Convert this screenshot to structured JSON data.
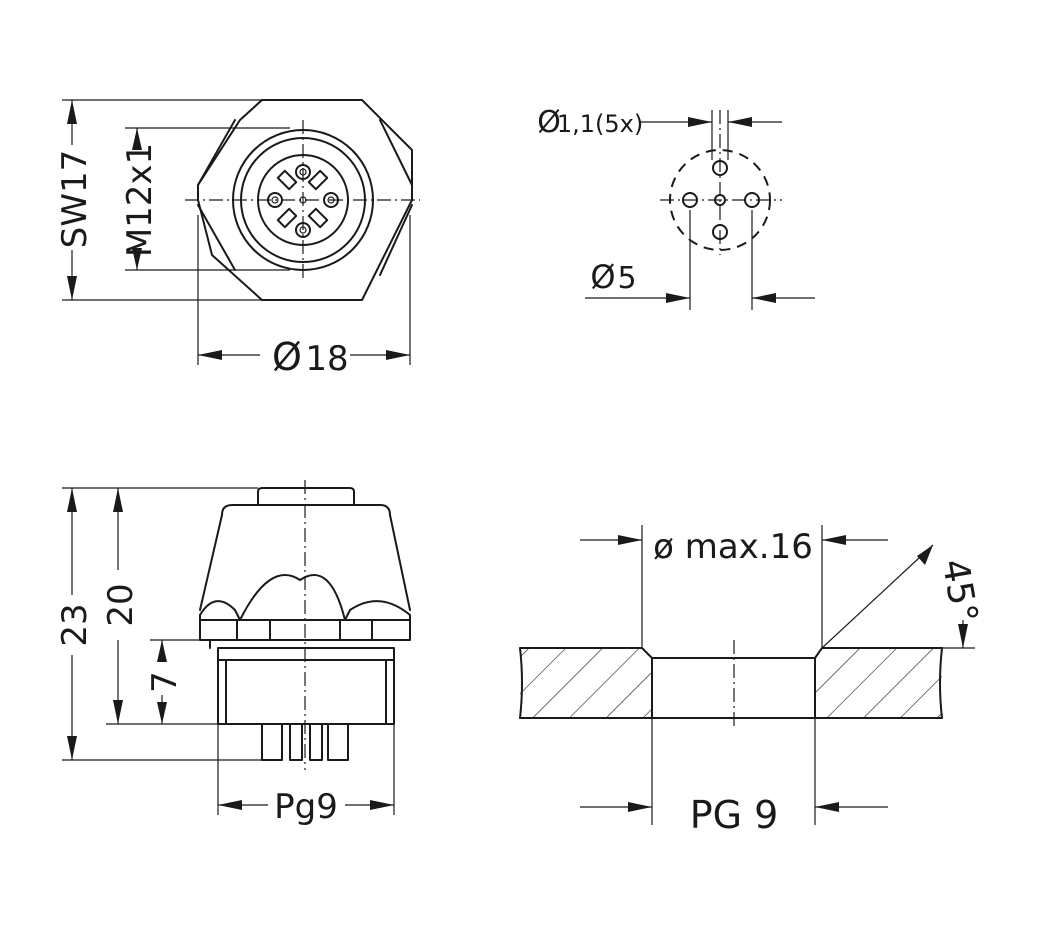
{
  "colors": {
    "line": "#1a1a1a",
    "background": "#ffffff"
  },
  "front_view": {
    "sw17": "SW17",
    "m12x1": "M12x1",
    "dia_symbol": "Ø",
    "dia18": "18"
  },
  "pin_layout": {
    "dia_symbol": "Ø",
    "pin_hole": "1,1(5x)",
    "pitch": "5"
  },
  "side_view": {
    "h23": "23",
    "h20": "20",
    "h7": "7",
    "thread": "Pg9"
  },
  "panel_cutout": {
    "max_dia": "ø max.16",
    "angle": "45°",
    "thread": "PG 9"
  }
}
